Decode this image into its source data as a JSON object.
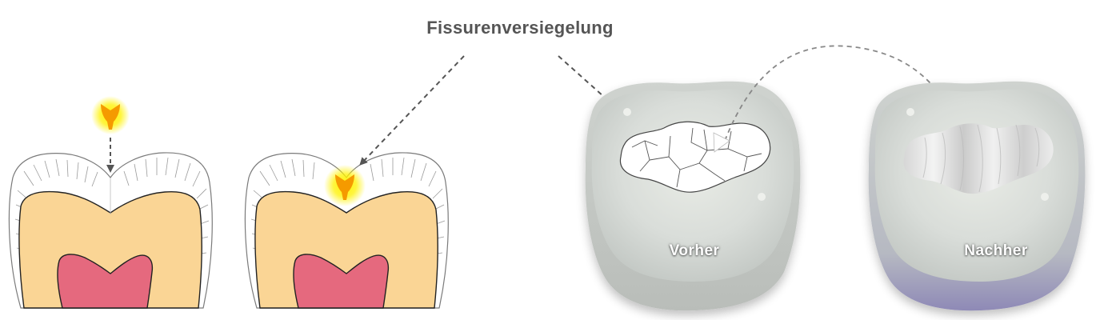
{
  "title": "Fissurenversiegelung",
  "labels": {
    "before": "Vorher",
    "after": "Nachher"
  },
  "colors": {
    "dentin": "#fad595",
    "pulp": "#e5697e",
    "sealant": "#f59a00",
    "glow": "#fff200",
    "arrow": "#555555",
    "molar": "#d8dcd9"
  }
}
